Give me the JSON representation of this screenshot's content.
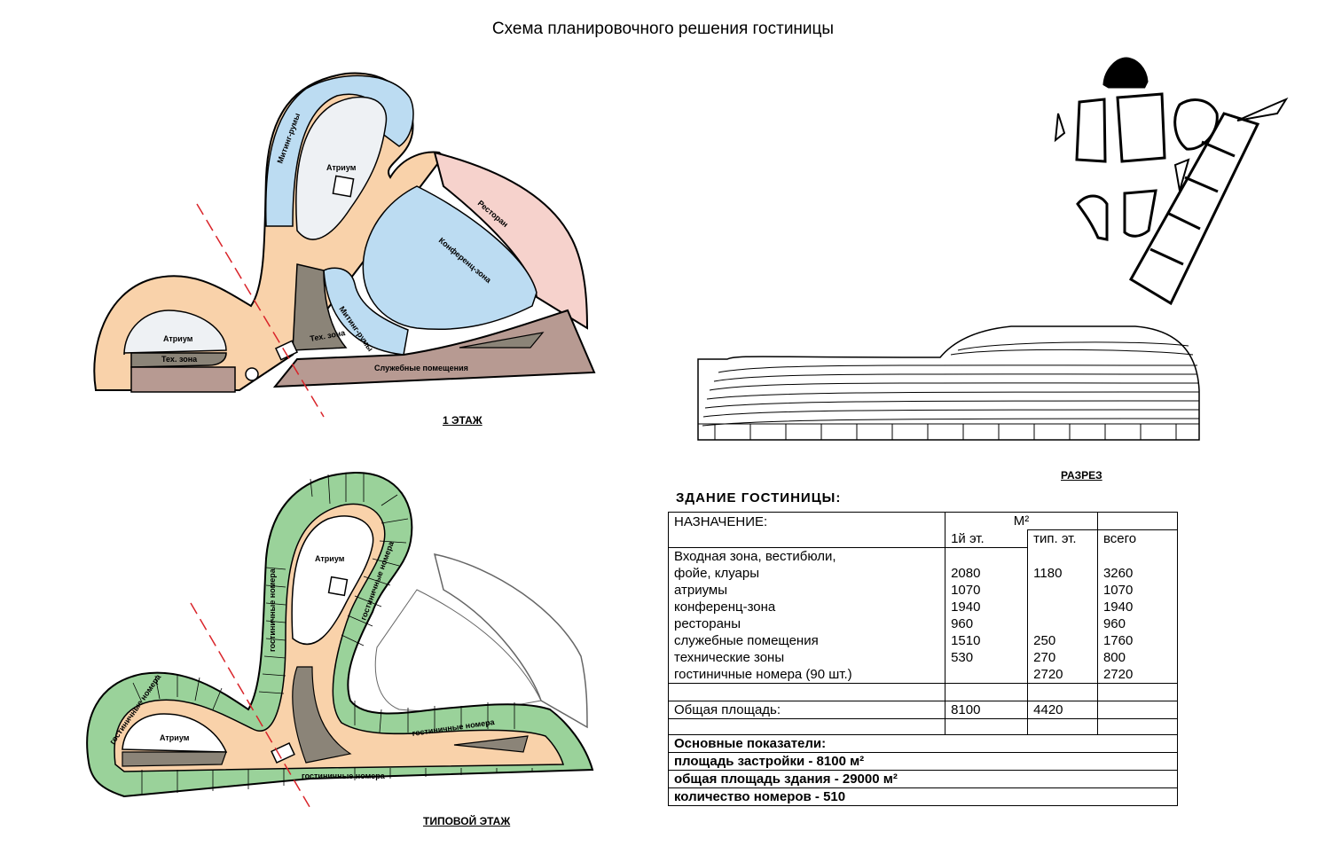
{
  "title": "Схема планировочного решения гостиницы",
  "plans": {
    "floor1_label": "1 ЭТАЖ",
    "typical_label": "ТИПОВОЙ ЭТАЖ",
    "section_label": "РАЗРЕЗ",
    "rooms_floor1": {
      "atrium_upper": "Атриум",
      "atrium_lower": "Атриум",
      "meeting_rooms": "Митинг-румы",
      "restaurant": "Ресторан",
      "conference": "Конференц-зона",
      "tech_zone_left": "Тех. зона",
      "tech_zone_center": "Тех. зона",
      "service_rooms": "Служебные помещения"
    },
    "rooms_typical": {
      "atrium_upper": "Атриум",
      "atrium_lower": "Атриум",
      "hotel_rooms": "гостиничные номера"
    },
    "colors": {
      "lobby": "#f9d2aa",
      "meeting": "#bcdcf2",
      "restaurant": "#f6d2cc",
      "service": "#b79a92",
      "tech": "#8b8478",
      "green": "#9ad29a",
      "axis": "#d9242a"
    }
  },
  "table": {
    "caption": "ЗДАНИЕ  ГОСТИНИЦЫ:",
    "header": {
      "purpose": "НАЗНАЧЕНИЕ:",
      "unit": "М²",
      "col1": "1й эт.",
      "col2": "тип. эт.",
      "col3": "всего"
    },
    "rows": [
      {
        "name1": "Входная зона, вестибюли,",
        "name2": "фойе, клуары",
        "v1": "2080",
        "v2": "1180",
        "v3": "3260"
      },
      {
        "name1": "атриумы",
        "v1": "1070",
        "v2": "",
        "v3": "1070"
      },
      {
        "name1": "конференц-зона",
        "v1": "1940",
        "v2": "",
        "v3": "1940"
      },
      {
        "name1": "рестораны",
        "v1": "960",
        "v2": "",
        "v3": "960"
      },
      {
        "name1": "служебные помещения",
        "v1": "1510",
        "v2": "250",
        "v3": "1760"
      },
      {
        "name1": "технические зоны",
        "v1": "530",
        "v2": "270",
        "v3": "800"
      },
      {
        "name1": "гостиничные номера (90 шт.)",
        "v1": "",
        "v2": "2720",
        "v3": "2720"
      }
    ],
    "total": {
      "name": "Общая площадь:",
      "v1": "8100",
      "v2": "4420"
    },
    "indicators_title": "Основные показатели:",
    "indicators": [
      "площадь застройки - 8100 м²",
      "общая площадь здания - 29000 м²",
      "количество номеров - 510"
    ]
  }
}
